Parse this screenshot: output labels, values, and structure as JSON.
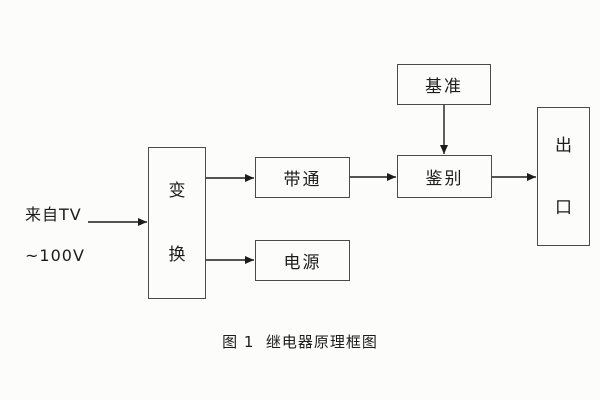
{
  "diagram": {
    "source_label": {
      "line1": "来自TV",
      "line2": "~100V"
    },
    "blocks": {
      "transform": "变换",
      "bandpass": "带通",
      "power": "电源",
      "reference": "基准",
      "discriminator": "鉴别",
      "output": "出口"
    },
    "caption": "图 1  继电器原理框图",
    "line_color": "#1c1c1c"
  }
}
